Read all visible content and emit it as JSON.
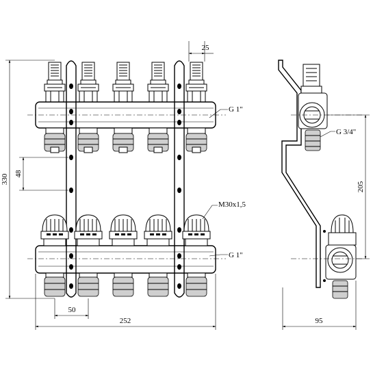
{
  "labels": {
    "thread_top": "G 1\"",
    "thread_bottom": "G 1\"",
    "thread_side": "G 3/4\"",
    "thread_valve": "M30x1,5",
    "dim_overall_height": "330",
    "dim_bracket_spacing": "48",
    "dim_outlet_pitch": "50",
    "dim_overall_width": "252",
    "dim_outlet_width": "25",
    "dim_side_height": "205",
    "dim_depth": "95"
  }
}
